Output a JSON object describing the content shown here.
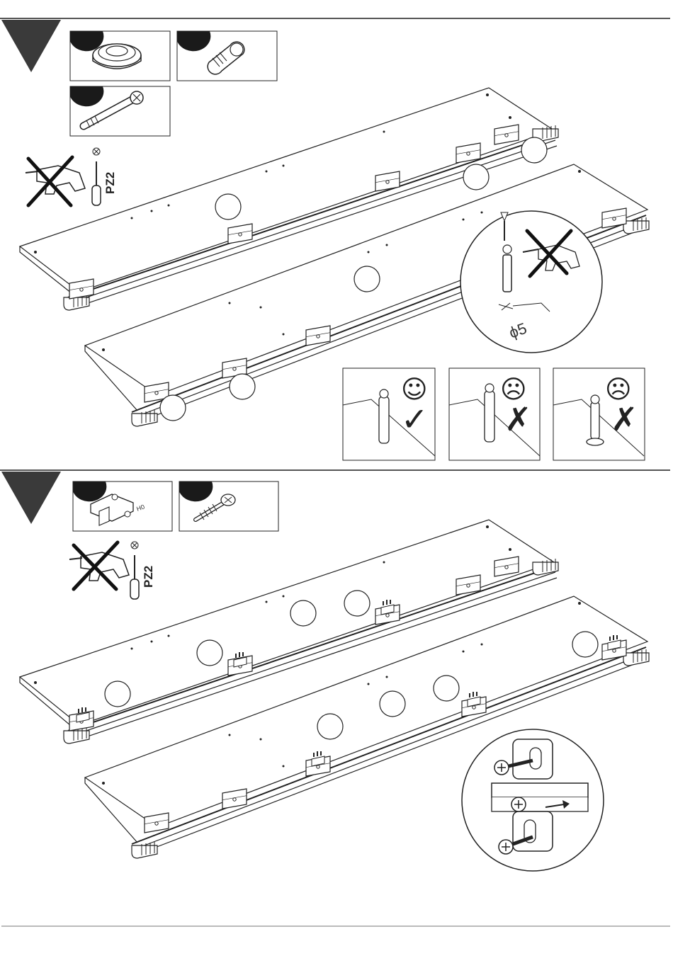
{
  "step1": {
    "tool_label": "PZ2",
    "detail_dimension": "ϕ5",
    "parts": [
      "cam-lock-housing",
      "wooden-dowel",
      "cam-bolt"
    ],
    "checks": [
      {
        "face": "☺",
        "mark": "✓"
      },
      {
        "face": "☹",
        "mark": "✗"
      },
      {
        "face": "☹",
        "mark": "✗"
      }
    ]
  },
  "step2": {
    "tool_label": "PZ2",
    "bracket_text": "H0",
    "parts": [
      "hanging-bracket",
      "wood-screw"
    ]
  }
}
